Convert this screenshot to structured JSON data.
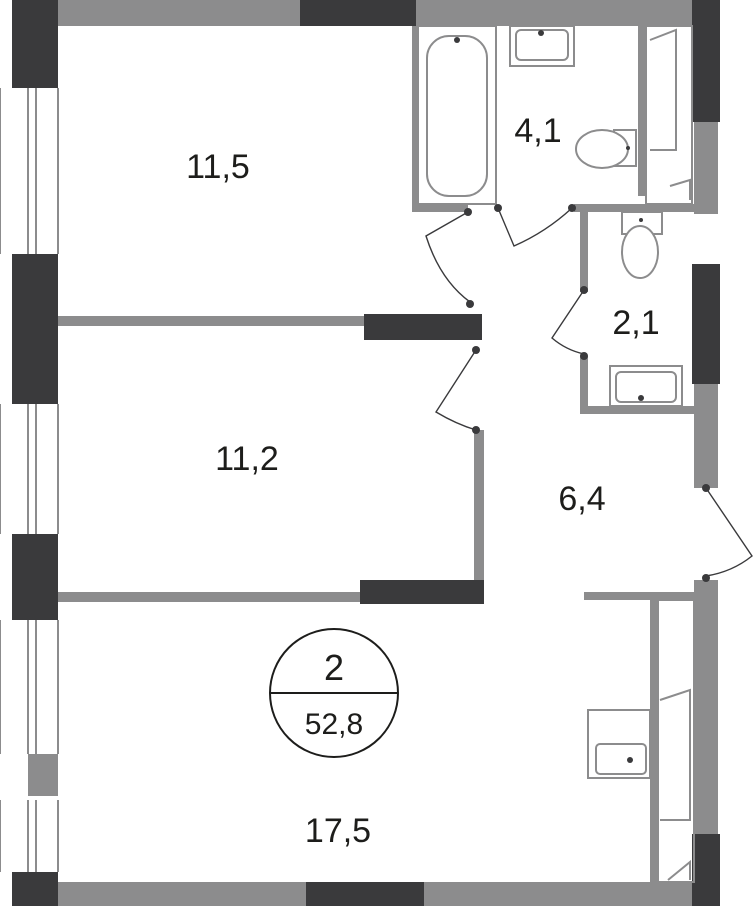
{
  "rooms": {
    "bedroom_top": "11,5",
    "bedroom_middle": "11,2",
    "living_room": "17,5",
    "bathroom": "4,1",
    "toilet": "2,1",
    "hallway": "6,4"
  },
  "badge": {
    "rooms_count": "2",
    "total_area": "52,8"
  },
  "colors": {
    "wall": "#8c8c8d",
    "wall_dark": "#3a3a3c",
    "text": "#1d1d1b"
  }
}
